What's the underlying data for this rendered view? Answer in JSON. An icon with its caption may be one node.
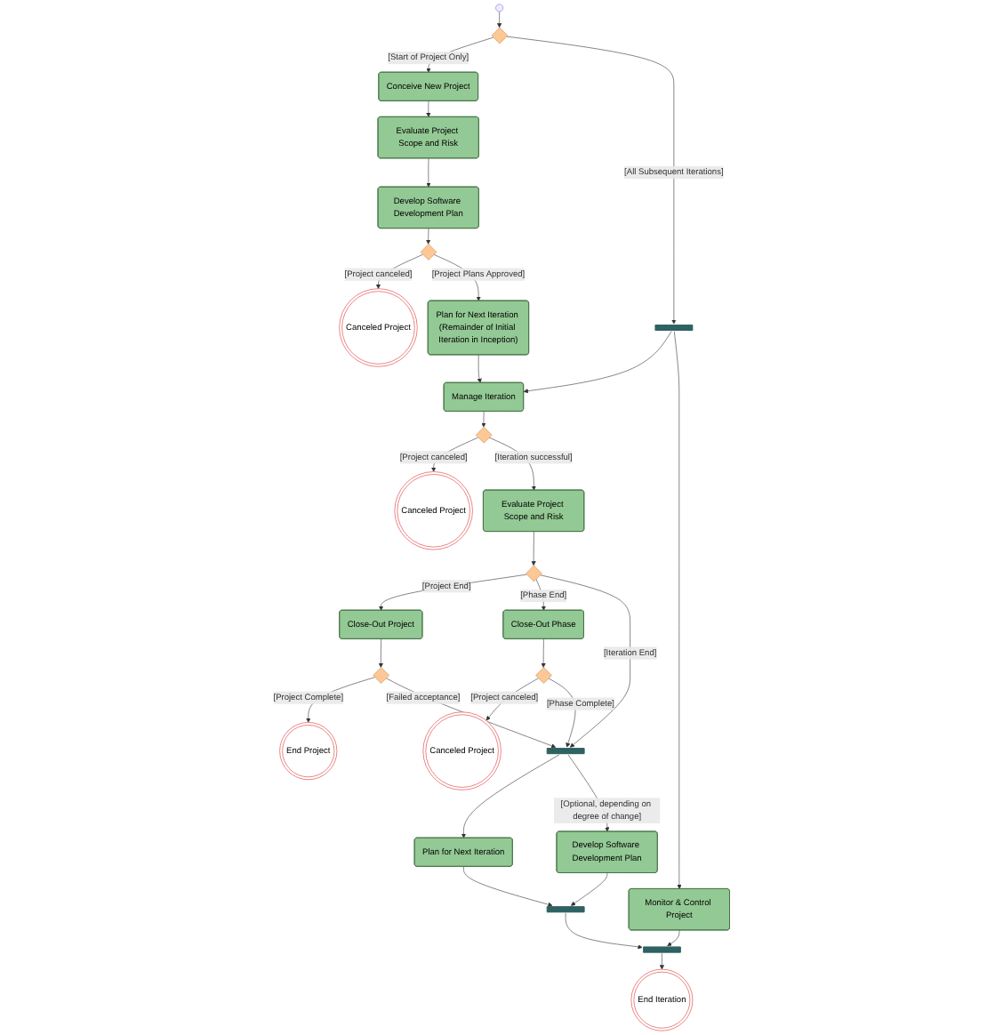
{
  "diagram": {
    "nodes": [
      {
        "text": [],
        "shape": "circle"
      },
      {
        "text": [],
        "shape": "diamond"
      },
      {
        "text": [],
        "shape": "bar"
      },
      {
        "text": [
          "Conceive New Project"
        ]
      },
      {
        "text": [
          "Plan for Next Iteration (Remainder of Initial Iteration in Inception)"
        ]
      },
      {
        "text": [
          "Manage Iteration"
        ]
      },
      {
        "text": [],
        "shape": "diamond"
      },
      {
        "text": [
          "Canceled Project"
        ]
      },
      {
        "text": [
          "Evaluate Project Scope and Risk"
        ]
      },
      {
        "text": [
          "Develop Software Development Plan"
        ]
      },
      {
        "text": [],
        "shape": "diamond"
      },
      {
        "text": [
          "Canceled Project"
        ]
      },
      {
        "text": [
          "Evaluate Project Scope and Risk"
        ]
      },
      {
        "text": [],
        "shape": "diamond"
      },
      {
        "text": [
          "Close-Out Project"
        ]
      },
      {
        "text": [
          "Close-Out Phase"
        ]
      },
      {
        "text": [
          "Monitor & Control Project"
        ]
      },
      {
        "text": [],
        "shape": "diamond"
      },
      {
        "text": [
          "End Project"
        ]
      },
      {
        "text": [],
        "shape": "diamond"
      },
      {
        "text": [
          "Canceled Project"
        ]
      },
      {
        "text": [],
        "shape": "bar"
      },
      {
        "text": [
          "Plan for Next Iteration"
        ]
      },
      {
        "text": [
          "Develop Software Development Plan"
        ]
      },
      {
        "text": [],
        "shape": "bar"
      },
      {
        "text": [],
        "shape": "bar"
      },
      {
        "text": [
          "End Iteration"
        ]
      }
    ],
    "edges": [
      {
        "from": 0,
        "to": 1,
        "arrow": "to"
      },
      {
        "from": 1,
        "to": 3,
        "arrow": "to",
        "label": "[Start of Project Only]"
      },
      {
        "from": 1,
        "to": 2,
        "arrow": "to",
        "label": "[All Subsequent Iterations]"
      },
      {
        "from": 3,
        "to": 8,
        "arrow": "to"
      },
      {
        "from": 8,
        "to": 9,
        "arrow": "to"
      },
      {
        "from": 9,
        "to": 10,
        "arrow": "to"
      },
      {
        "from": 10,
        "to": 11,
        "arrow": "to",
        "label": "[Project canceled]"
      },
      {
        "from": 10,
        "to": 4,
        "arrow": "to",
        "label": "[Project Plans Approved]"
      },
      {
        "from": 4,
        "to": 5,
        "arrow": "to"
      },
      {
        "from": 2,
        "to": 5,
        "arrow": "to"
      },
      {
        "from": 2,
        "to": 16,
        "arrow": "to"
      },
      {
        "from": 5,
        "to": 6,
        "arrow": "to"
      },
      {
        "from": 6,
        "to": 7,
        "arrow": "to",
        "label": "[Project canceled]"
      },
      {
        "from": 6,
        "to": 12,
        "arrow": "to",
        "label": "[Iteration successful]"
      },
      {
        "from": 12,
        "to": 13,
        "arrow": "to"
      },
      {
        "from": 13,
        "to": 14,
        "arrow": "to",
        "label": "[Project End]"
      },
      {
        "from": 13,
        "to": 15,
        "arrow": "to",
        "label": "[Phase End]"
      },
      {
        "from": 13,
        "to": 21,
        "arrow": "to",
        "label": "[Iteration End]"
      },
      {
        "from": 14,
        "to": 17,
        "arrow": "to"
      },
      {
        "from": 17,
        "to": 18,
        "arrow": "to",
        "label": "[Project Complete]"
      },
      {
        "from": 17,
        "to": 21,
        "arrow": "to",
        "label": "[Failed acceptance]"
      },
      {
        "from": 15,
        "to": 19,
        "arrow": "to"
      },
      {
        "from": 19,
        "to": 20,
        "arrow": "to",
        "label": "[Project canceled]"
      },
      {
        "from": 19,
        "to": 21,
        "arrow": "to",
        "label": "[Phase Complete]"
      },
      {
        "from": 21,
        "to": 22,
        "arrow": "to"
      },
      {
        "from": 21,
        "to": 23,
        "arrow": "to",
        "label": "[Optional, depending on degree of change]"
      },
      {
        "from": 22,
        "to": 24,
        "arrow": "to"
      },
      {
        "from": 23,
        "to": 24,
        "arrow": "to"
      },
      {
        "from": 24,
        "to": 25,
        "arrow": "to"
      },
      {
        "from": 16,
        "to": 25,
        "arrow": "to"
      },
      {
        "from": 25,
        "to": 26,
        "arrow": "to"
      }
    ]
  }
}
